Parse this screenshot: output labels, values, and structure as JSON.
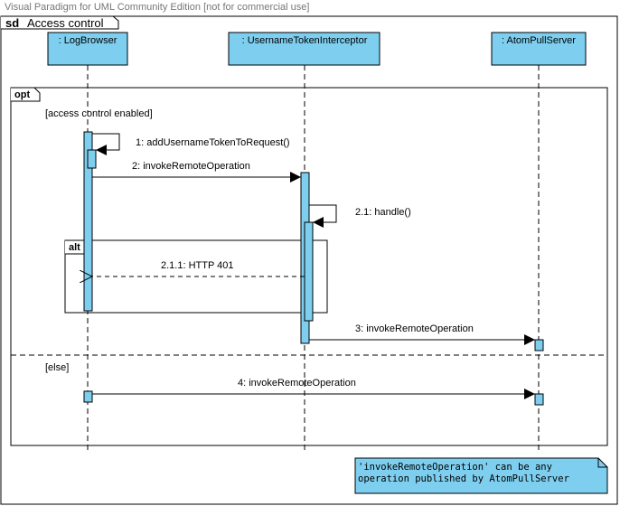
{
  "watermark": "Visual Paradigm for UML Community Edition [not for commercial use]",
  "frame": {
    "keyword": "sd",
    "title": "Access control"
  },
  "lifelines": [
    {
      "id": "logbrowser",
      "label": ": LogBrowser"
    },
    {
      "id": "interceptor",
      "label": ": UsernameTokenInterceptor"
    },
    {
      "id": "server",
      "label": ": AtomPullServer"
    }
  ],
  "opt_fragment": {
    "keyword": "opt",
    "guard": "[access control enabled]",
    "else_guard": "[else]"
  },
  "alt_fragment": {
    "keyword": "alt"
  },
  "messages": [
    {
      "id": "m1",
      "label": "1: addUsernameTokenToRequest()"
    },
    {
      "id": "m2",
      "label": "2: invokeRemoteOperation"
    },
    {
      "id": "m21",
      "label": "2.1: handle()"
    },
    {
      "id": "m211",
      "label": "2.1.1: HTTP 401"
    },
    {
      "id": "m3",
      "label": "3: invokeRemoteOperation"
    },
    {
      "id": "m4",
      "label": "4: invokeRemoteOperation"
    }
  ],
  "note": {
    "line1": "'invokeRemoteOperation' can be any",
    "line2": "operation published by AtomPullServer"
  },
  "colors": {
    "accent": "#7ecfef",
    "border": "#000000"
  }
}
